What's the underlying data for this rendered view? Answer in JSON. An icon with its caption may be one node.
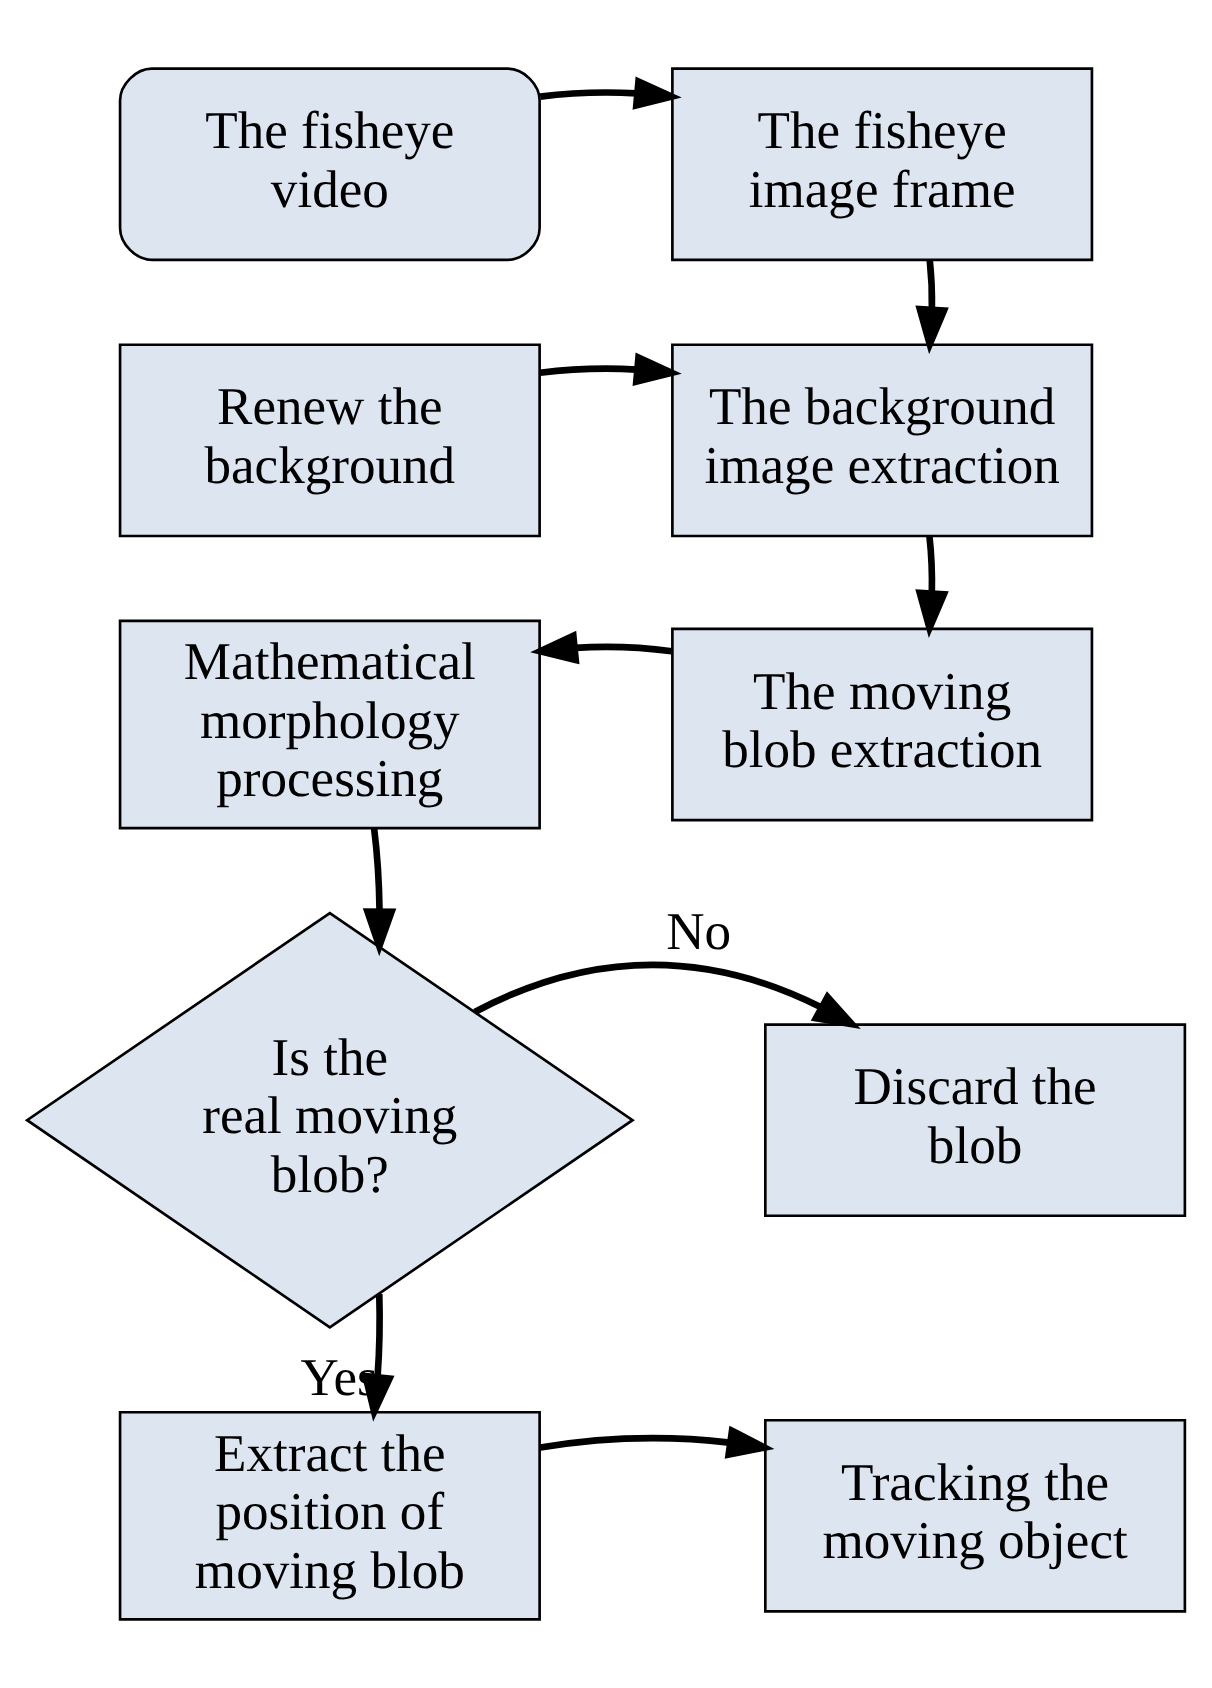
{
  "diagram": {
    "nodes": [
      {
        "text": [
          "The fisheye video"
        ]
      },
      {
        "text": [
          "The fisheye image frame"
        ]
      },
      {
        "text": [
          "Renew the background"
        ]
      },
      {
        "text": [
          "The background image extraction"
        ]
      },
      {
        "text": [
          "The moving blob extraction"
        ]
      },
      {
        "text": [
          "Mathematical morphology processing"
        ]
      },
      {
        "text": [
          "Is the real moving blob?"
        ]
      },
      {
        "text": [
          "Discard the blob"
        ]
      },
      {
        "text": [
          "Extract the position of moving blob"
        ]
      },
      {
        "text": [
          "Tracking the moving object"
        ]
      }
    ],
    "edges": [
      {
        "from": 0,
        "to": 1,
        "arrow": "to"
      },
      {
        "from": 1,
        "to": 3,
        "arrow": "to"
      },
      {
        "from": 2,
        "to": 3,
        "arrow": "to"
      },
      {
        "from": 3,
        "to": 4,
        "arrow": "to"
      },
      {
        "from": 4,
        "to": 5,
        "arrow": "to"
      },
      {
        "from": 5,
        "to": 6,
        "arrow": "to"
      },
      {
        "from": 6,
        "to": 7,
        "label": "No",
        "arrow": "to"
      },
      {
        "from": 6,
        "to": 8,
        "label": "Yes",
        "arrow": "to"
      },
      {
        "from": 8,
        "to": 9,
        "arrow": "to"
      }
    ]
  }
}
